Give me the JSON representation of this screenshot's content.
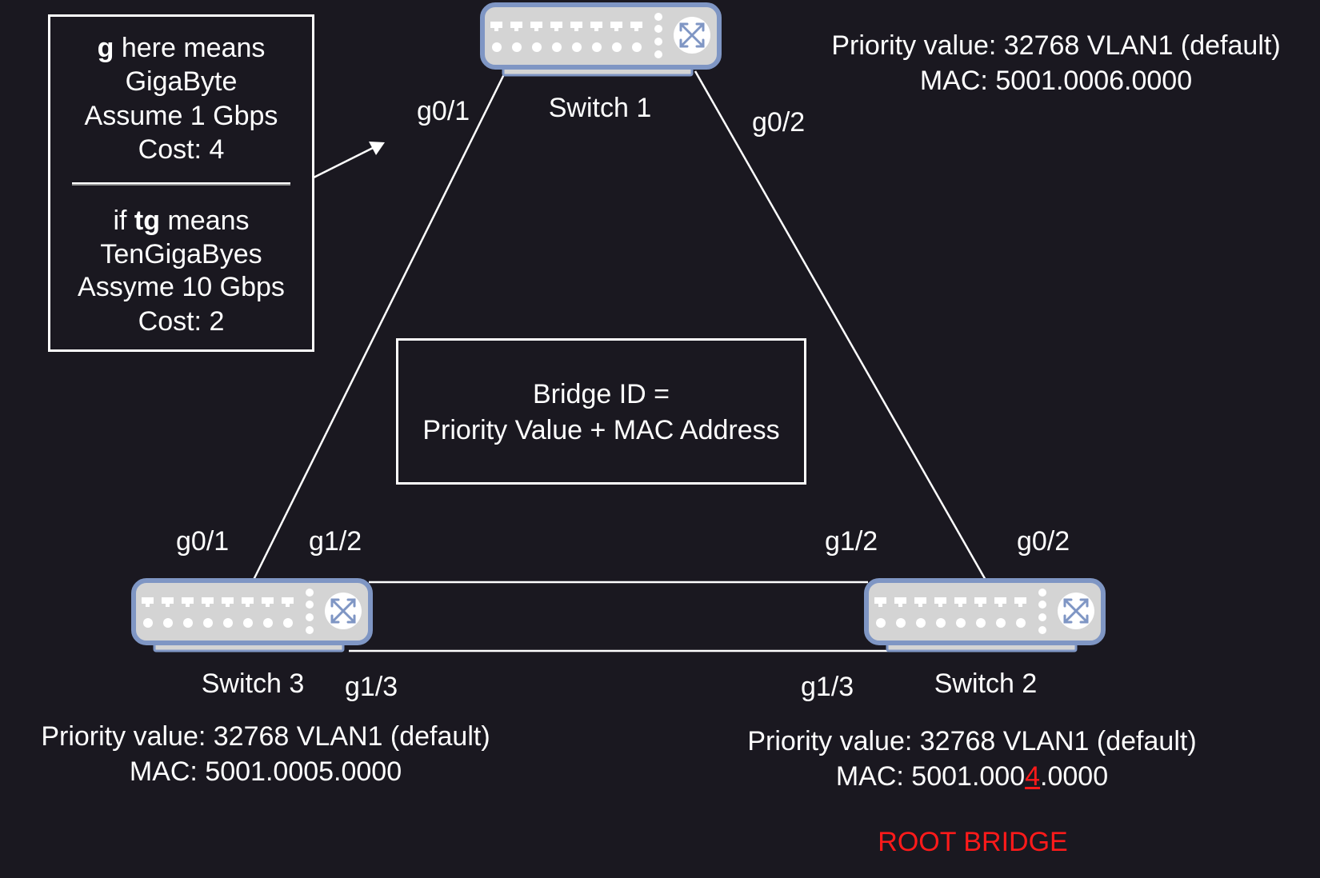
{
  "note": {
    "g_bold": "g",
    "g_rest": " here means",
    "g_line2": "GigaByte",
    "g_line3": "Assume 1 Gbps",
    "g_line4": "Cost: 4",
    "tg_pre": "if ",
    "tg_bold": "tg",
    "tg_rest": " means",
    "tg_line2": "TenGigaByes",
    "tg_line3": "Assyme 10 Gbps",
    "tg_line4": "Cost: 2"
  },
  "bridge_id": {
    "line1": "Bridge ID =",
    "line2": "Priority Value + MAC Address"
  },
  "switches": {
    "s1": {
      "name": "Switch 1",
      "priority": "Priority value: 32768 VLAN1 (default)",
      "mac": "MAC: 5001.0006.0000",
      "port_left": "g0/1",
      "port_right": "g0/2"
    },
    "s2": {
      "name": "Switch 2",
      "priority": "Priority value: 32768 VLAN1 (default)",
      "mac_pre": "MAC: 5001.000",
      "mac_hl": "4",
      "mac_post": ".0000",
      "port_top": "g0/2",
      "port_link1": "g1/2",
      "port_link2": "g1/3",
      "root_label": "ROOT BRIDGE"
    },
    "s3": {
      "name": "Switch 3",
      "priority": "Priority value: 32768 VLAN1 (default)",
      "mac": "MAC: 5001.0005.0000",
      "port_top": "g0/1",
      "port_link1": "g1/2",
      "port_link2": "g1/3"
    }
  },
  "colors": {
    "background": "#1a1820",
    "switch_body": "#d4d4d4",
    "switch_border": "#7f96c4",
    "root_highlight": "#ff1a1a"
  },
  "icons": [
    "switch-icon",
    "arrow-icon"
  ]
}
